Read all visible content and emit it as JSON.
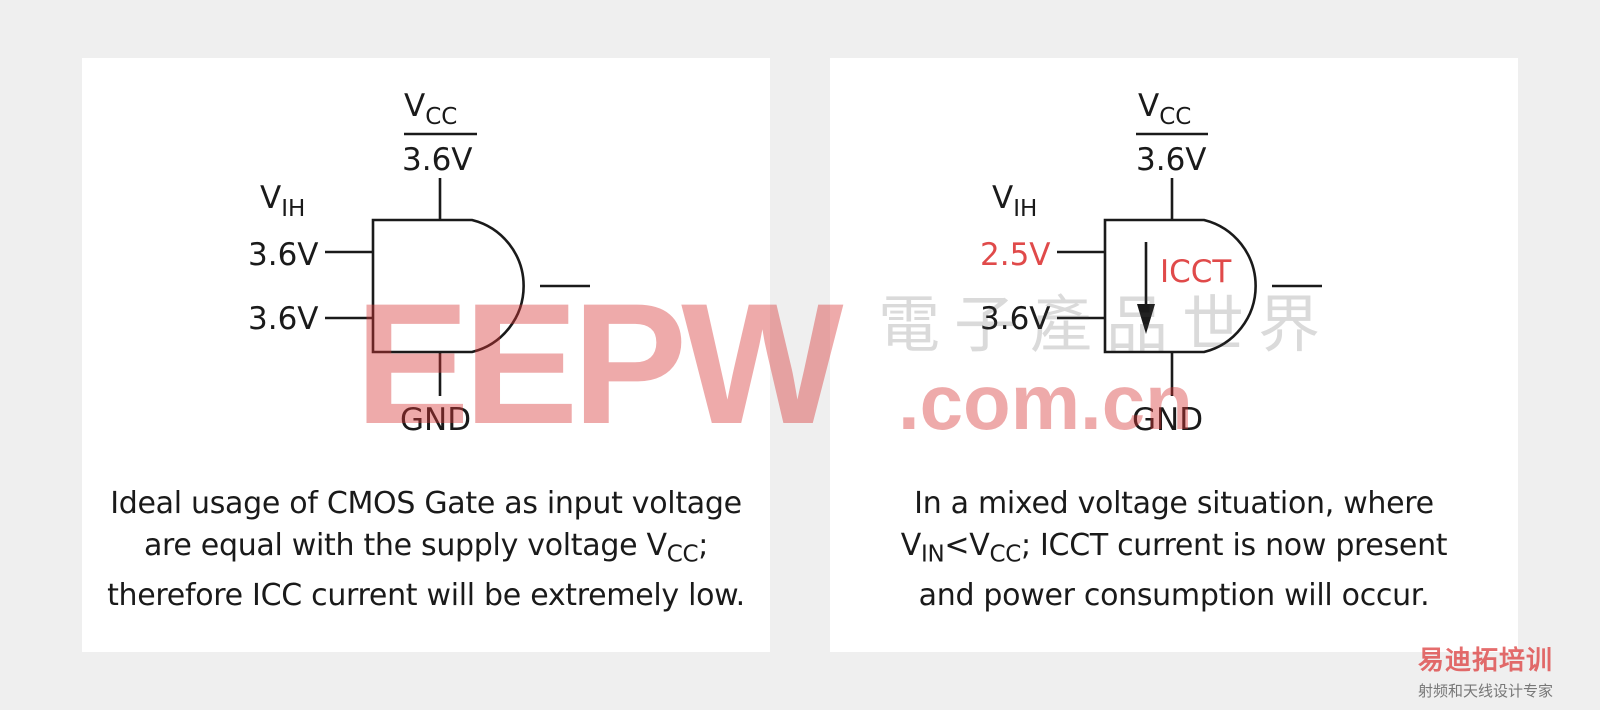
{
  "left_diagram": {
    "vcc_label": "V",
    "vcc_sub": "CC",
    "vcc_value": "3.6V",
    "vih_label": "V",
    "vih_sub": "IH",
    "input1": "3.6V",
    "input2": "3.6V",
    "gnd": "GND",
    "caption": {
      "line1": "Ideal usage of CMOS Gate as input voltage",
      "line2_pre": "are equal with the supply voltage V",
      "line2_sub": "CC",
      "line2_post": ";",
      "line3": "therefore ICC current will be extremely low."
    }
  },
  "right_diagram": {
    "vcc_label": "V",
    "vcc_sub": "CC",
    "vcc_value": "3.6V",
    "vih_label": "V",
    "vih_sub": "IH",
    "input1": "2.5V",
    "input2": "3.6V",
    "current_label": "ICCT",
    "gnd": "GND",
    "caption": {
      "line1": "In a mixed voltage situation, where",
      "line2_v": "V",
      "line2_sub1": "IN",
      "line2_lt": "<",
      "line2_v2": "V",
      "line2_sub2": "CC",
      "line2_post": "; ICCT current is now present",
      "line3": "and power consumption will occur."
    }
  },
  "watermark": {
    "letters": "EEPW",
    "chinese": "電子產品世界",
    "domain": ".com.cn"
  },
  "corner_logo": {
    "main": "易迪拓培训",
    "sub": "射频和天线设计专家"
  },
  "colors": {
    "highlight": "#e04a4a",
    "line": "#1a1a1a"
  }
}
